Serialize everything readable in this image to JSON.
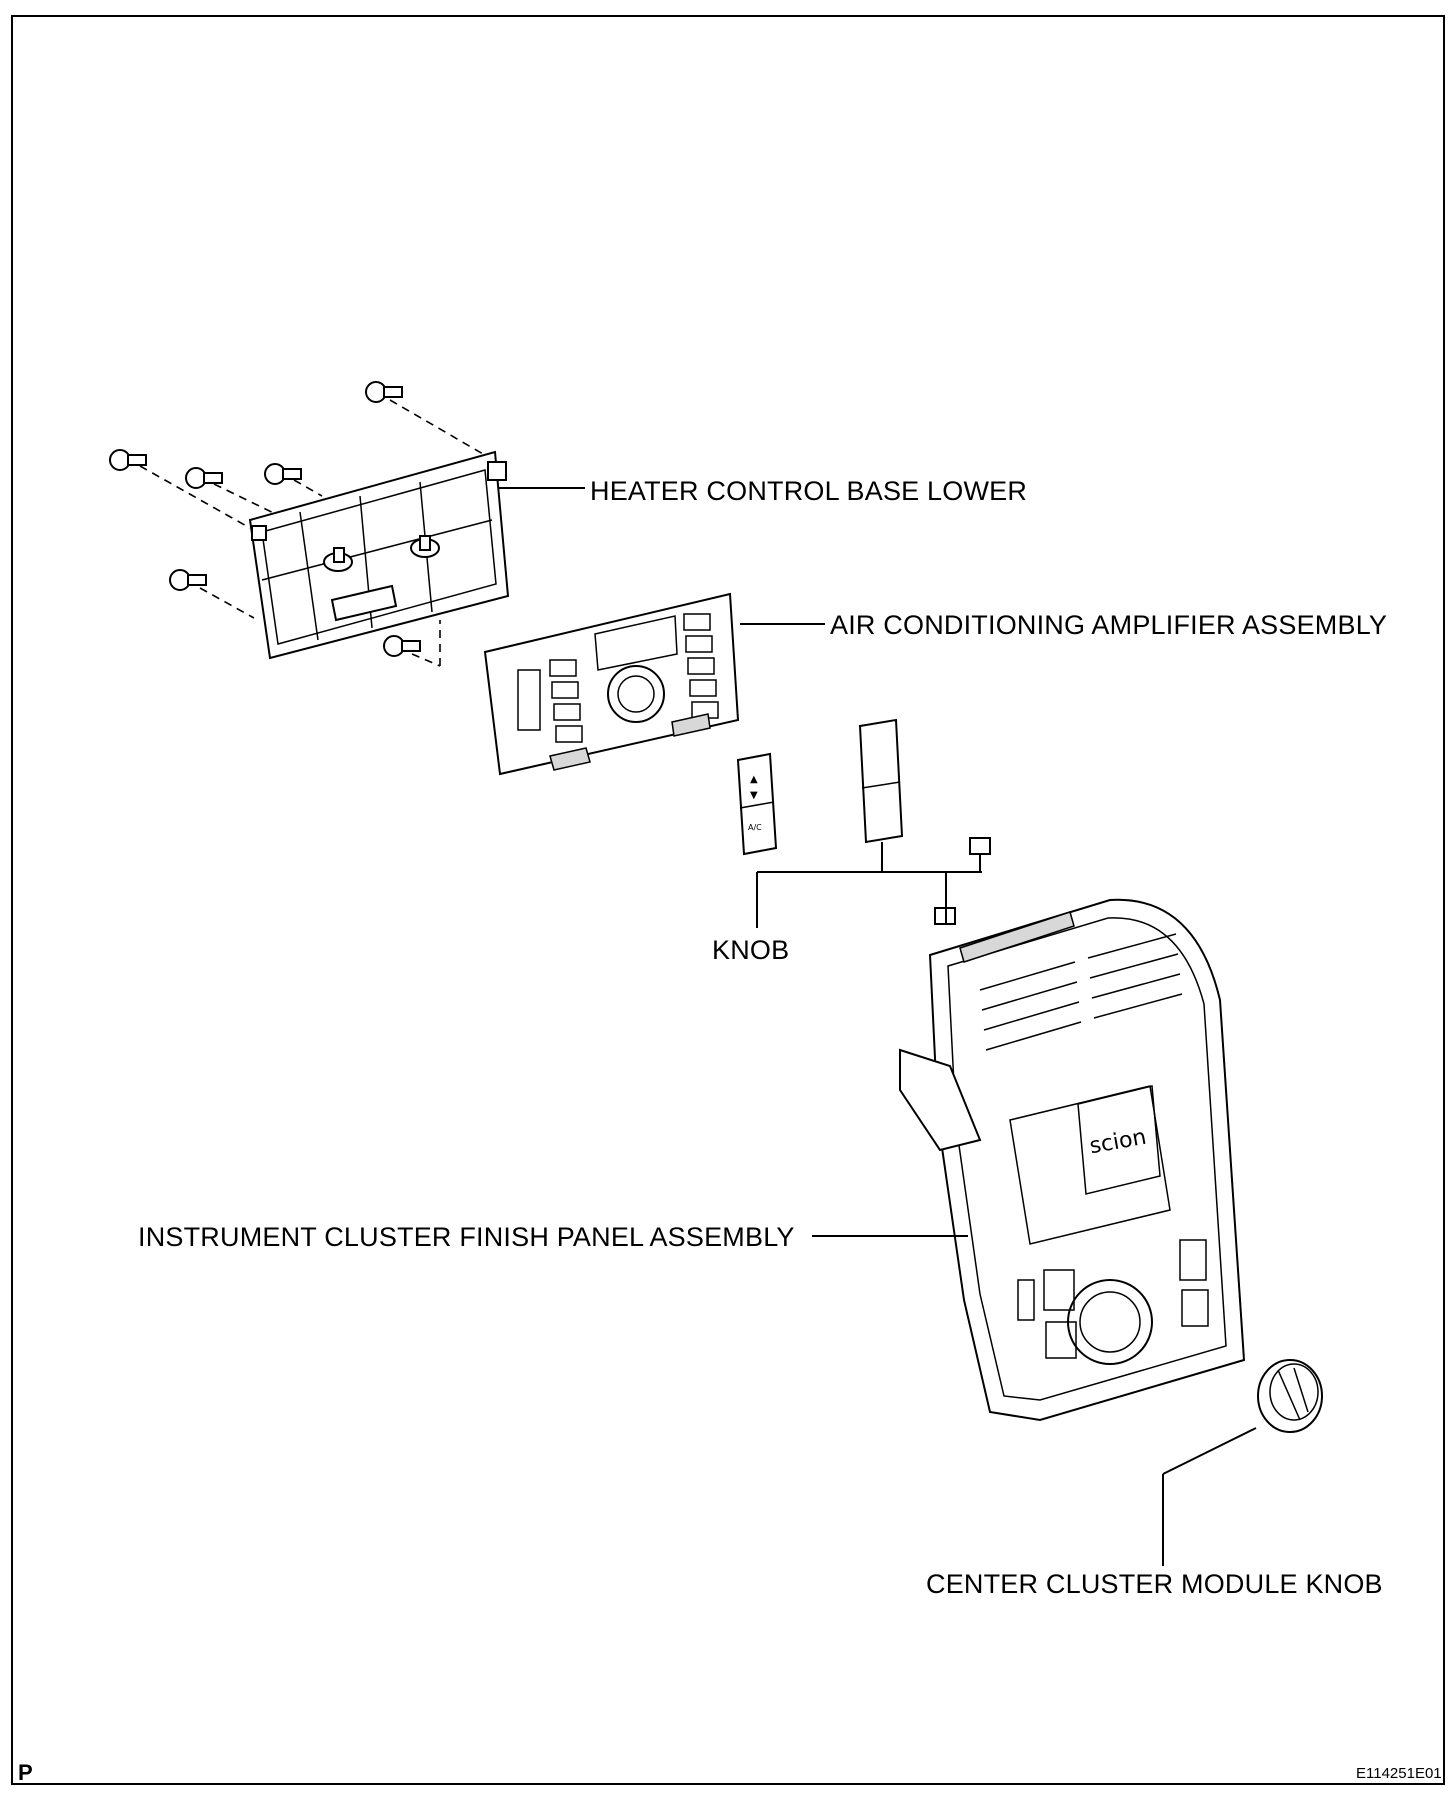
{
  "labels": {
    "heater_control_base_lower": "HEATER CONTROL BASE LOWER",
    "air_conditioning_amplifier_assembly": "AIR CONDITIONING AMPLIFIER ASSEMBLY",
    "knob": "KNOB",
    "instrument_cluster_finish_panel_assembly": "INSTRUMENT CLUSTER FINISH PANEL ASSEMBLY",
    "center_cluster_module_knob": "CENTER CLUSTER MODULE KNOB"
  },
  "panel_logo": "scion",
  "corner_mark": "P",
  "figure_id": "E114251E01"
}
